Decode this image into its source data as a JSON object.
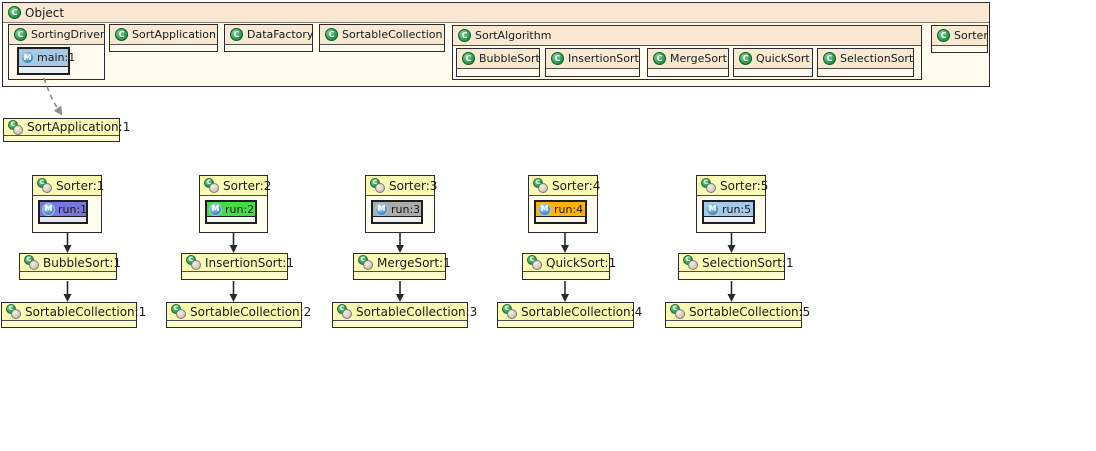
{
  "icons": {
    "class_letter": "C",
    "thread_letter": "M"
  },
  "colors": {
    "canvas_bg": "#ffffff",
    "panel_header_bg": "#f9e8d2",
    "panel_body_bg": "#fffbee",
    "instance_header_bg": "#fafab4",
    "instance_body_bg": "#fcfccc",
    "border": "#2b2b2b",
    "arrow": "#2a2a2a",
    "dashed_arrow": "#8c8c8c"
  },
  "object_container": {
    "label": "Object",
    "classes": {
      "sorting_driver": "SortingDriver",
      "sort_application": "SortApplication",
      "data_factory": "DataFactory",
      "sortable_collection": "SortableCollection",
      "sort_algorithm": "SortAlgorithm",
      "sorter": "Sorter"
    },
    "algorithms": {
      "bubble": "BubbleSort",
      "insertion": "InsertionSort",
      "merge": "MergeSort",
      "quick": "QuickSort",
      "selection": "SelectionSort"
    },
    "main_thread": {
      "label": "main:1",
      "color": "#a5c8e9",
      "body_color": "#e8f1fb"
    }
  },
  "instances": {
    "application": {
      "label": "SortApplication:1"
    },
    "columns": [
      {
        "sorter": "Sorter:1",
        "thread": "run:1",
        "thread_color": "#7878dc",
        "thread_body_color": "#e7e7f8",
        "algorithm": "BubbleSort:1",
        "collection": "SortableCollection:1"
      },
      {
        "sorter": "Sorter:2",
        "thread": "run:2",
        "thread_color": "#44dd44",
        "thread_body_color": "#effbef",
        "algorithm": "InsertionSort:1",
        "collection": "SortableCollection:2"
      },
      {
        "sorter": "Sorter:3",
        "thread": "run:3",
        "thread_color": "#ababab",
        "thread_body_color": "#eef1f6",
        "algorithm": "MergeSort:1",
        "collection": "SortableCollection:3"
      },
      {
        "sorter": "Sorter:4",
        "thread": "run:4",
        "thread_color": "#ffb404",
        "thread_body_color": "#fdf4e2",
        "algorithm": "QuickSort:1",
        "collection": "SortableCollection:4"
      },
      {
        "sorter": "Sorter:5",
        "thread": "run:5",
        "thread_color": "#a5c8e9",
        "thread_body_color": "#e8f1fb",
        "algorithm": "SelectionSort:1",
        "collection": "SortableCollection:5"
      }
    ]
  }
}
